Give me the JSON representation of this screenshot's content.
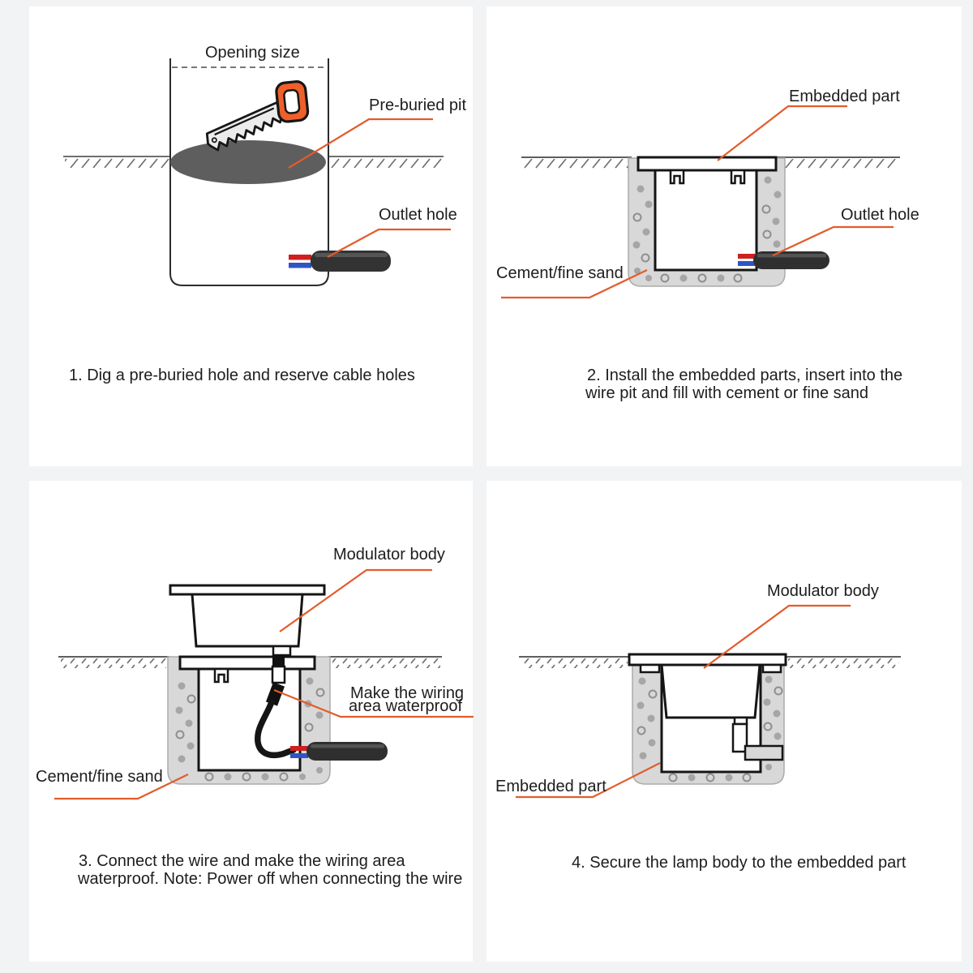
{
  "accent_color": "#e25c2b",
  "wire_red": "#cf1f1f",
  "wire_blue": "#2f55c4",
  "concrete_color": "#d8d8d8",
  "panels": {
    "p1": {
      "labels": {
        "opening_size": "Opening size",
        "pre_buried_pit": "Pre-buried pit",
        "outlet_hole": "Outlet hole"
      },
      "caption_lines": [
        "1. Dig a pre-buried hole and reserve cable holes"
      ]
    },
    "p2": {
      "labels": {
        "embedded_part": "Embedded part",
        "outlet_hole": "Outlet hole",
        "cement_fine_sand": "Cement/fine sand"
      },
      "caption_lines": [
        "2. Install the embedded parts, insert into the",
        "wire pit and fill with cement or fine sand"
      ]
    },
    "p3": {
      "labels": {
        "modulator_body": "Modulator body",
        "waterproof_line1": "Make the wiring",
        "waterproof_line2": "area waterproof",
        "cement_fine_sand": "Cement/fine sand"
      },
      "caption_lines": [
        "3. Connect the wire and make the wiring area",
        "waterproof. Note: Power off when connecting the wire"
      ]
    },
    "p4": {
      "labels": {
        "modulator_body": "Modulator body",
        "embedded_part": "Embedded part"
      },
      "caption_lines": [
        "4. Secure the lamp body to the embedded part"
      ]
    }
  }
}
